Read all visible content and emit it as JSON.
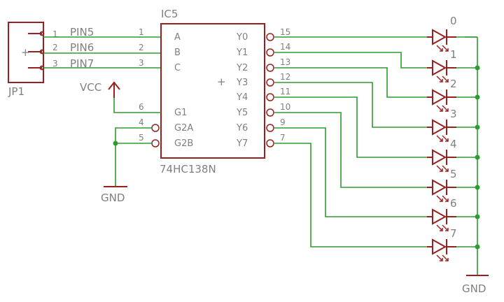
{
  "colors": {
    "wire": "#2f9a2f",
    "part": "#9a2020",
    "label": "#7f7f7f",
    "background": "#ffffff"
  },
  "ic": {
    "name": "IC5",
    "value": "74HC138N",
    "inputs": [
      {
        "label": "A",
        "pin": "1"
      },
      {
        "label": "B",
        "pin": "2"
      },
      {
        "label": "C",
        "pin": "3"
      },
      {
        "label": "G1",
        "pin": "6"
      },
      {
        "label": "G2A",
        "pin": "4"
      },
      {
        "label": "G2B",
        "pin": "5"
      }
    ],
    "outputs": [
      {
        "label": "Y0",
        "pin": "15"
      },
      {
        "label": "Y1",
        "pin": "14"
      },
      {
        "label": "Y2",
        "pin": "13"
      },
      {
        "label": "Y3",
        "pin": "12"
      },
      {
        "label": "Y4",
        "pin": "11"
      },
      {
        "label": "Y5",
        "pin": "10"
      },
      {
        "label": "Y6",
        "pin": "9"
      },
      {
        "label": "Y7",
        "pin": "7"
      }
    ]
  },
  "connector": {
    "name": "JP1",
    "pins": [
      {
        "num": "1",
        "net": "PIN5"
      },
      {
        "num": "2",
        "net": "PIN6"
      },
      {
        "num": "3",
        "net": "PIN7"
      }
    ]
  },
  "power": {
    "vcc": "VCC",
    "gnd_left": "GND",
    "gnd_right": "GND"
  },
  "leds": [
    "0",
    "1",
    "2",
    "3",
    "4",
    "5",
    "6",
    "7"
  ]
}
